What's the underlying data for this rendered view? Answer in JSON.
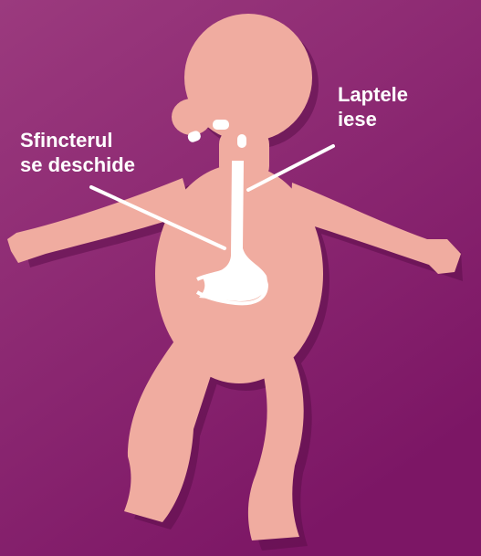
{
  "colors": {
    "background_top": "#9b3a7e",
    "background_bottom": "#7c1665",
    "body_fill": "#f0aca0",
    "body_shadow": "#5c0f4a",
    "organ_fill": "#ffffff",
    "label_text": "#ffffff"
  },
  "labels": {
    "milk_line1": "Laptele",
    "milk_line2": "iese",
    "sphincter_line1": "Sfincterul",
    "sphincter_line2": "se deschide"
  }
}
